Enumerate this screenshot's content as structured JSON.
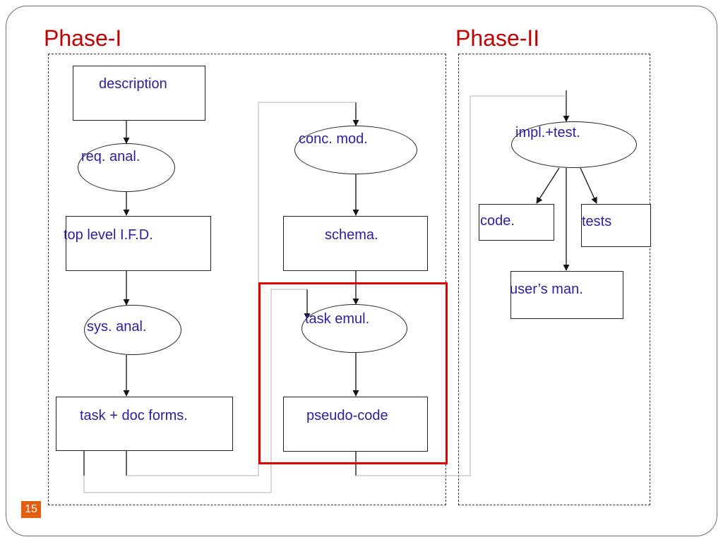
{
  "slide": {
    "phase1_title": "Phase-I",
    "phase2_title": "Phase-II",
    "page_number": "15"
  },
  "nodes": {
    "description": "description",
    "req_anal": "req. anal.",
    "top_level_ifd": "top level I.F.D.",
    "sys_anal": "sys. anal.",
    "task_doc_forms": "task + doc forms.",
    "conc_mod": "conc. mod.",
    "schema": "schema.",
    "task_emul": "task emul.",
    "pseudo_code": "pseudo-code",
    "impl_test": "impl.+test.",
    "code": "code.",
    "tests": "tests",
    "users_man": "user’s man."
  },
  "colors": {
    "phase_title": "#c00000",
    "node_text": "#2b1fa0",
    "highlight": "#e00000",
    "page_badge": "#e35d10"
  }
}
